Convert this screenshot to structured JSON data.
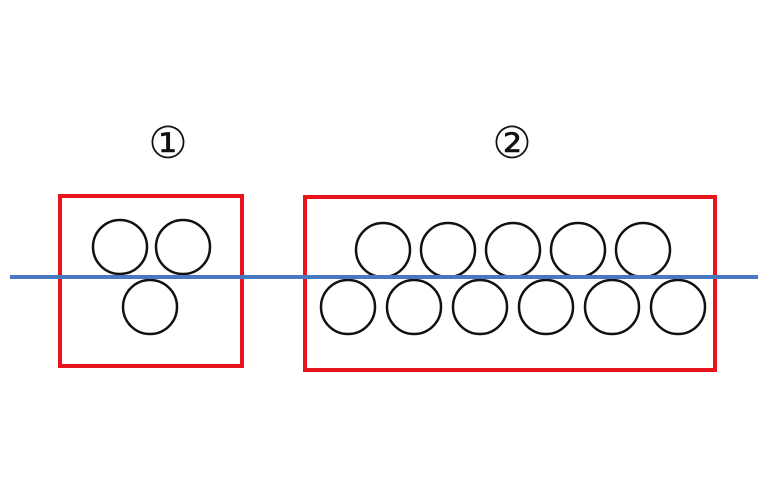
{
  "groups": [
    {
      "label": "①",
      "top_row_count": 2,
      "bottom_row_count": 1
    },
    {
      "label": "②",
      "top_row_count": 5,
      "bottom_row_count": 6
    }
  ],
  "colors": {
    "box_stroke": "#e8141c",
    "line_stroke": "#4a78c0",
    "circle_stroke": "#111111",
    "background": "#ffffff"
  }
}
